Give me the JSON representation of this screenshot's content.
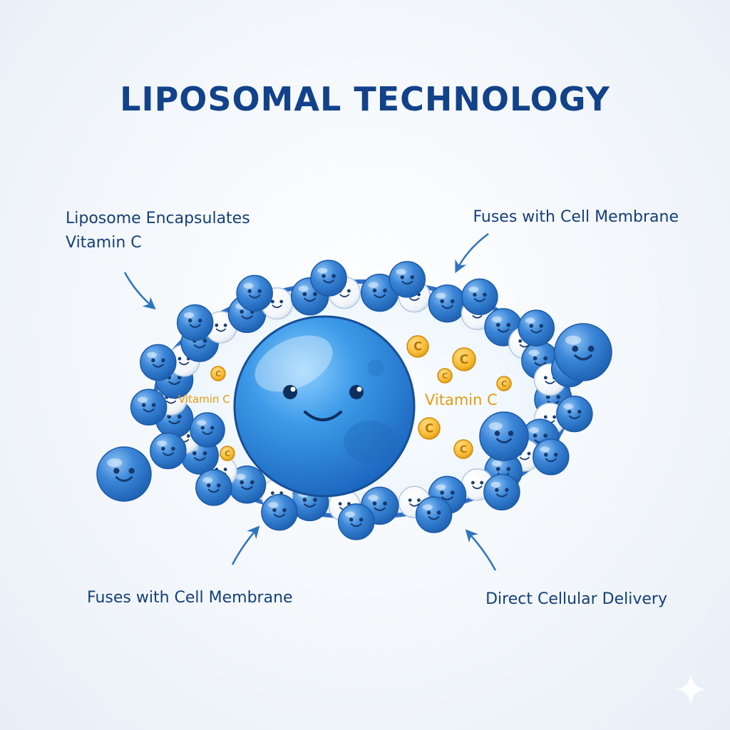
{
  "title": "LIPOSOMAL TECHNOLOGY",
  "callouts": {
    "top_left": [
      "Liposome Encapsulates",
      "Vitamin C"
    ],
    "top_right": "Fuses with Cell Membrane",
    "bottom_left": "Fuses with Cell Membrane",
    "bottom_right": "Direct Cellular Delivery"
  },
  "inner_labels": {
    "left": "Vitamin C",
    "right": "Vitamin C"
  },
  "vitamin_symbol": "C",
  "colors": {
    "title": "#12428a",
    "callout_text": "#143f78",
    "membrane": "#2f6fc4",
    "phospholipid_blue": "#3a7fd0",
    "phospholipid_white": "#ffffff",
    "core": "#2f8ee0",
    "vitamin": "#f5b82e",
    "vitamin_text": "#e49a12",
    "arrow": "#2f74c0"
  },
  "icons": [
    "arrow-icon",
    "sparkle-icon"
  ]
}
